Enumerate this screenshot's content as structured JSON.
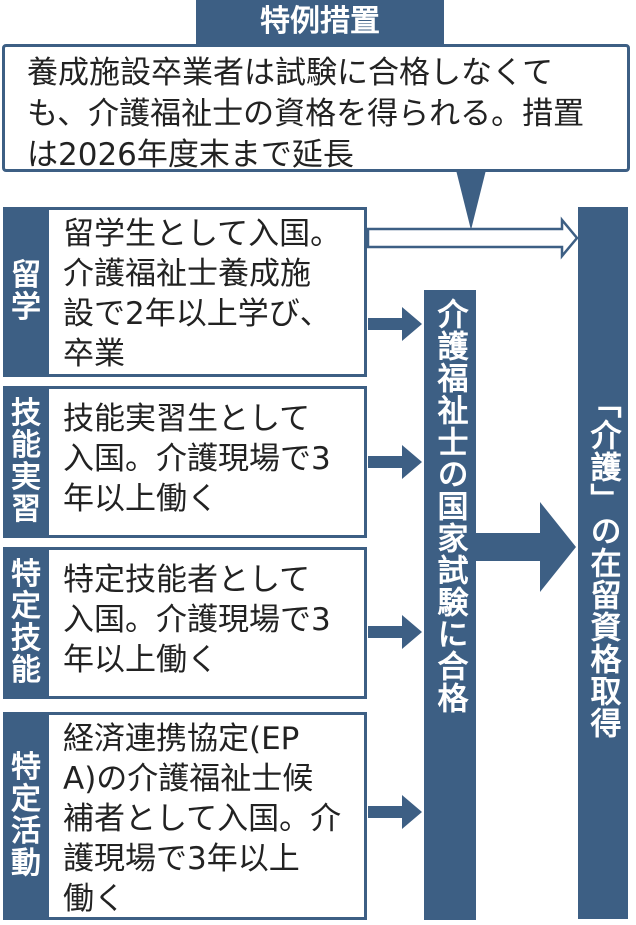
{
  "special_measure": {
    "heading": "特例措置",
    "lines": [
      "養成施設卒業者は試験に合格しなくて",
      "も、介護福祉士の資格を得られる。措置",
      "は2026年度末まで延長"
    ]
  },
  "routes": [
    {
      "category": "留学",
      "lines": [
        "留学生として入国。",
        "介護福祉士養成施",
        "設で2年以上学び、",
        "卒業"
      ]
    },
    {
      "category": "技能実習",
      "lines": [
        "技能実習生として",
        "入国。介護現場で3",
        "年以上働く"
      ]
    },
    {
      "category": "特定技能",
      "lines": [
        "特定技能者として",
        "入国。介護現場で3",
        "年以上働く"
      ]
    },
    {
      "category": "特定活動",
      "lines": [
        "経済連携協定(EP",
        "A)の介護福祉士候",
        "補者として入国。介",
        "護現場で3年以上",
        "働く"
      ]
    }
  ],
  "exam_label": "介護福祉士の国家試験に合格",
  "result_label": "「介護」の在留資格取得",
  "colors": {
    "primary": "#3d5f84",
    "background": "#ffffff"
  }
}
